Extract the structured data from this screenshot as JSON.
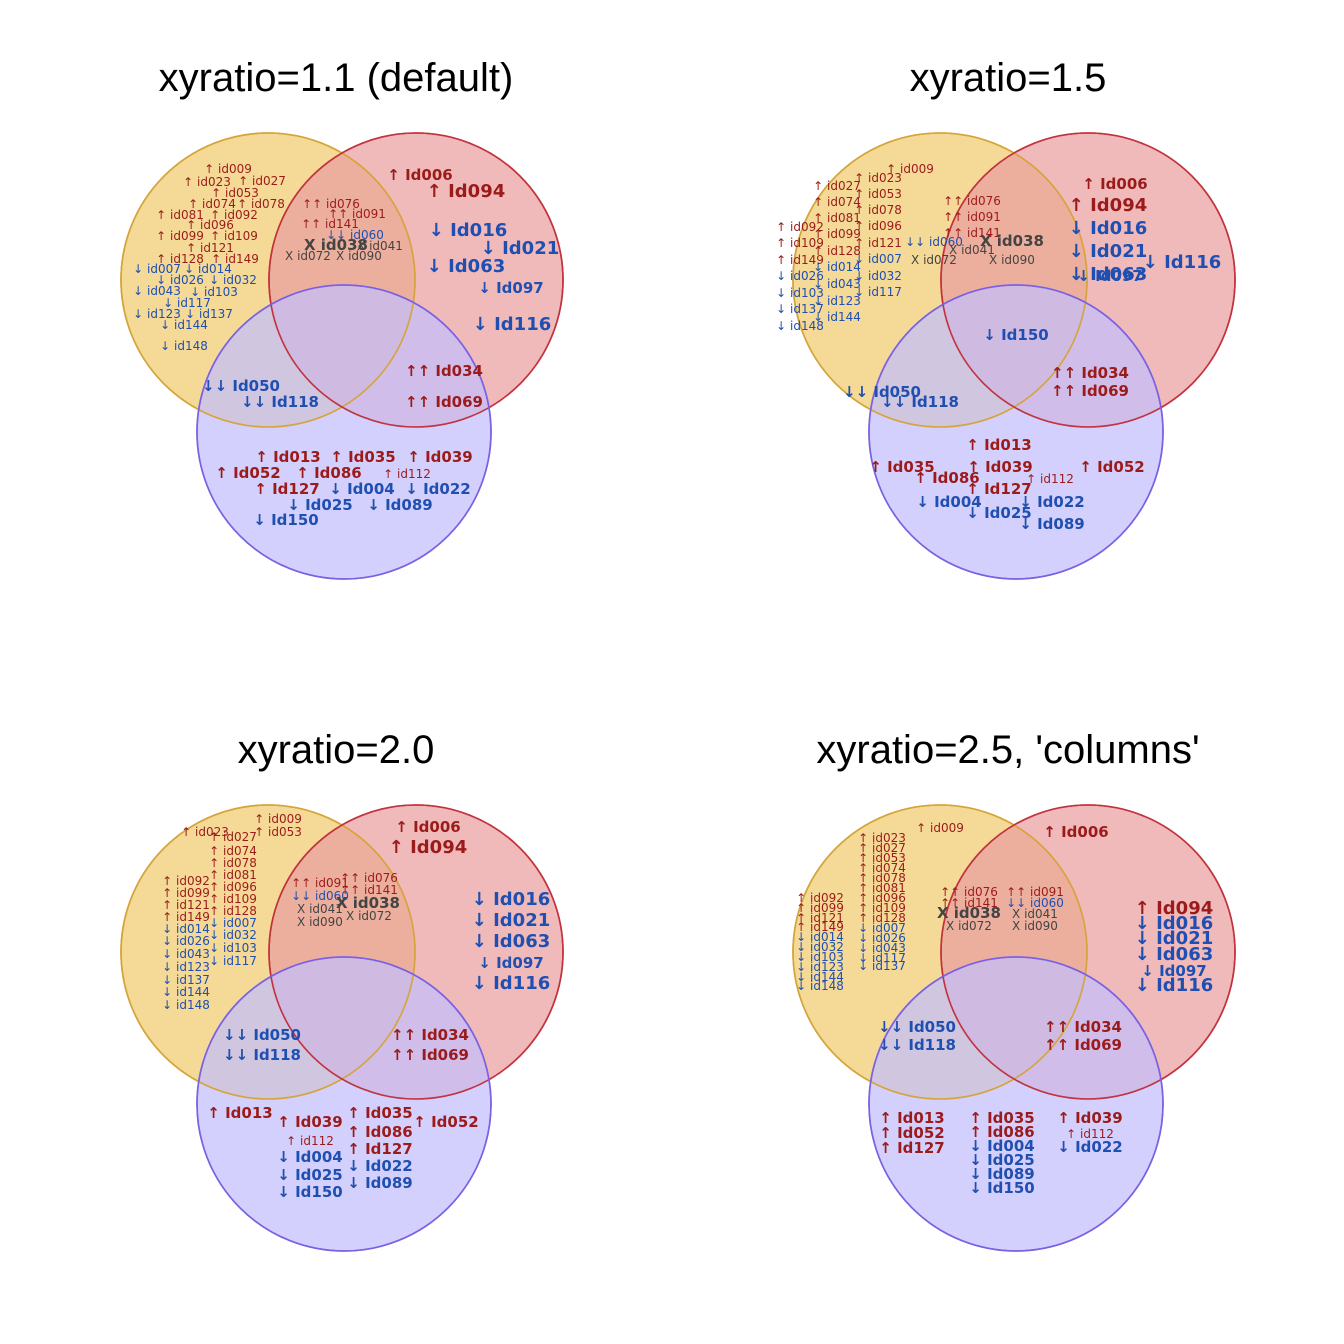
{
  "colors": {
    "set_a_fill": "#F5D996",
    "set_a_stroke": "#D4A53A",
    "set_b_fill": "#EA9EA0",
    "set_b_stroke": "#C1343F",
    "set_c_fill": "#C4BEFC",
    "set_c_stroke": "#7B62E3",
    "up": "#9B1B1B",
    "down": "#1F4FB0",
    "mixed": "#444444"
  },
  "panels": [
    {
      "title": "xyratio=1.1 (default)",
      "labels": [
        {
          "t": "↑ id009",
          "r": "a",
          "s": "s"
        },
        {
          "t": "↑ id023",
          "r": "a",
          "s": "s"
        },
        {
          "t": "↑ id027",
          "r": "a",
          "s": "s"
        },
        {
          "t": "↑ id053",
          "r": "a",
          "s": "s"
        },
        {
          "t": "↑ id074",
          "r": "a",
          "s": "s"
        },
        {
          "t": "↑ id078",
          "r": "a",
          "s": "s"
        },
        {
          "t": "↑ id081",
          "r": "a",
          "s": "s"
        },
        {
          "t": "↑ id092",
          "r": "a",
          "s": "s"
        },
        {
          "t": "↑ id096",
          "r": "a",
          "s": "s"
        },
        {
          "t": "↑ id099",
          "r": "a",
          "s": "s"
        },
        {
          "t": "↑ id109",
          "r": "a",
          "s": "s"
        },
        {
          "t": "↑ id121",
          "r": "a",
          "s": "s"
        },
        {
          "t": "↑ id128",
          "r": "a",
          "s": "s"
        },
        {
          "t": "↑ id149",
          "r": "a",
          "s": "s"
        },
        {
          "t": "↓ id007",
          "r": "a",
          "s": "s"
        },
        {
          "t": "↓ id014",
          "r": "a",
          "s": "s"
        },
        {
          "t": "↓ id026",
          "r": "a",
          "s": "s"
        },
        {
          "t": "↓ id032",
          "r": "a",
          "s": "s"
        },
        {
          "t": "↓ id043",
          "r": "a",
          "s": "s"
        },
        {
          "t": "↓ id103",
          "r": "a",
          "s": "s"
        },
        {
          "t": "↓ id117",
          "r": "a",
          "s": "s"
        },
        {
          "t": "↓ id123",
          "r": "a",
          "s": "s"
        },
        {
          "t": "↓ id137",
          "r": "a",
          "s": "s"
        },
        {
          "t": "↓ id144",
          "r": "a",
          "s": "s"
        },
        {
          "t": "↓ id148",
          "r": "a",
          "s": "s"
        },
        {
          "t": "↑↑ id076",
          "r": "ab",
          "s": "s"
        },
        {
          "t": "↑↑ id091",
          "r": "ab",
          "s": "s"
        },
        {
          "t": "↑↑ id141",
          "r": "ab",
          "s": "s"
        },
        {
          "t": "↓↓ id060",
          "r": "ab",
          "s": "s"
        },
        {
          "t": "X id038",
          "r": "ab",
          "s": "m"
        },
        {
          "t": "X id041",
          "r": "ab",
          "s": "s"
        },
        {
          "t": "X id072",
          "r": "ab",
          "s": "s"
        },
        {
          "t": "X id090",
          "r": "ab",
          "s": "s"
        },
        {
          "t": "↑ Id006",
          "r": "b",
          "s": "m"
        },
        {
          "t": "↑ Id094",
          "r": "b",
          "s": "l"
        },
        {
          "t": "↓ Id016",
          "r": "b",
          "s": "l"
        },
        {
          "t": "↓ Id021",
          "r": "b",
          "s": "l"
        },
        {
          "t": "↓ Id063",
          "r": "b",
          "s": "l"
        },
        {
          "t": "↓ Id097",
          "r": "b",
          "s": "m"
        },
        {
          "t": "↓ Id116",
          "r": "b",
          "s": "l"
        },
        {
          "t": "↓↓ Id050",
          "r": "ac",
          "s": "m"
        },
        {
          "t": "↓↓ Id118",
          "r": "ac",
          "s": "m"
        },
        {
          "t": "↑↑ Id034",
          "r": "bc",
          "s": "m"
        },
        {
          "t": "↑↑ Id069",
          "r": "bc",
          "s": "m"
        },
        {
          "t": "↑ Id013",
          "r": "c",
          "s": "m"
        },
        {
          "t": "↑ Id035",
          "r": "c",
          "s": "m"
        },
        {
          "t": "↑ Id039",
          "r": "c",
          "s": "m"
        },
        {
          "t": "↑ Id052",
          "r": "c",
          "s": "m"
        },
        {
          "t": "↑ Id086",
          "r": "c",
          "s": "m"
        },
        {
          "t": "↑ id112",
          "r": "c",
          "s": "s"
        },
        {
          "t": "↑ Id127",
          "r": "c",
          "s": "m"
        },
        {
          "t": "↓ Id004",
          "r": "c",
          "s": "m"
        },
        {
          "t": "↓ Id022",
          "r": "c",
          "s": "m"
        },
        {
          "t": "↓ Id025",
          "r": "c",
          "s": "m"
        },
        {
          "t": "↓ Id089",
          "r": "c",
          "s": "m"
        },
        {
          "t": "↓ Id150",
          "r": "c",
          "s": "m"
        }
      ]
    },
    {
      "title": "xyratio=1.5",
      "labels": [
        {
          "t": "↑ id009",
          "r": "a",
          "s": "s"
        },
        {
          "t": "↑ id023",
          "r": "a",
          "s": "s"
        },
        {
          "t": "↑ id027",
          "r": "a",
          "s": "s"
        },
        {
          "t": "↑ id053",
          "r": "a",
          "s": "s"
        },
        {
          "t": "↑ id074",
          "r": "a",
          "s": "s"
        },
        {
          "t": "↑ id078",
          "r": "a",
          "s": "s"
        },
        {
          "t": "↑ id081",
          "r": "a",
          "s": "s"
        },
        {
          "t": "↑ id092",
          "r": "a",
          "s": "s"
        },
        {
          "t": "↑ id096",
          "r": "a",
          "s": "s"
        },
        {
          "t": "↑ id099",
          "r": "a",
          "s": "s"
        },
        {
          "t": "↑ id109",
          "r": "a",
          "s": "s"
        },
        {
          "t": "↑ id121",
          "r": "a",
          "s": "s"
        },
        {
          "t": "↑ id128",
          "r": "a",
          "s": "s"
        },
        {
          "t": "↑ id149",
          "r": "a",
          "s": "s"
        },
        {
          "t": "↓ id007",
          "r": "a",
          "s": "s"
        },
        {
          "t": "↓ id014",
          "r": "a",
          "s": "s"
        },
        {
          "t": "↓ id026",
          "r": "a",
          "s": "s"
        },
        {
          "t": "↓ id032",
          "r": "a",
          "s": "s"
        },
        {
          "t": "↓ id043",
          "r": "a",
          "s": "s"
        },
        {
          "t": "↓ id103",
          "r": "a",
          "s": "s"
        },
        {
          "t": "↓ id117",
          "r": "a",
          "s": "s"
        },
        {
          "t": "↓ id123",
          "r": "a",
          "s": "s"
        },
        {
          "t": "↓ id137",
          "r": "a",
          "s": "s"
        },
        {
          "t": "↓ id144",
          "r": "a",
          "s": "s"
        },
        {
          "t": "↓ id148",
          "r": "a",
          "s": "s"
        },
        {
          "t": "↑↑ id076",
          "r": "ab",
          "s": "s"
        },
        {
          "t": "↑↑ id091",
          "r": "ab",
          "s": "s"
        },
        {
          "t": "↑↑ id141",
          "r": "ab",
          "s": "s"
        },
        {
          "t": "↓↓ id060",
          "r": "ab",
          "s": "s"
        },
        {
          "t": "X id038",
          "r": "ab",
          "s": "m"
        },
        {
          "t": "X id041",
          "r": "ab",
          "s": "s"
        },
        {
          "t": "X id072",
          "r": "ab",
          "s": "s"
        },
        {
          "t": "X id090",
          "r": "ab",
          "s": "s"
        },
        {
          "t": "↑ Id006",
          "r": "b",
          "s": "m"
        },
        {
          "t": "↑ Id094",
          "r": "b",
          "s": "l"
        },
        {
          "t": "↓ Id016",
          "r": "b",
          "s": "l"
        },
        {
          "t": "↓ Id021",
          "r": "b",
          "s": "l"
        },
        {
          "t": "↓ Id063",
          "r": "b",
          "s": "l"
        },
        {
          "t": "↓ Id097",
          "r": "b",
          "s": "m"
        },
        {
          "t": "↓ Id116",
          "r": "b",
          "s": "l"
        },
        {
          "t": "↓↓ Id050",
          "r": "ac",
          "s": "m"
        },
        {
          "t": "↓↓ Id118",
          "r": "ac",
          "s": "m"
        },
        {
          "t": "↑↑ Id034",
          "r": "bc",
          "s": "m"
        },
        {
          "t": "↑↑ Id069",
          "r": "bc",
          "s": "m"
        },
        {
          "t": "↑ Id013",
          "r": "c",
          "s": "m"
        },
        {
          "t": "↑ Id035",
          "r": "c",
          "s": "m"
        },
        {
          "t": "↑ Id039",
          "r": "c",
          "s": "m"
        },
        {
          "t": "↑ Id052",
          "r": "c",
          "s": "m"
        },
        {
          "t": "↑ Id086",
          "r": "c",
          "s": "m"
        },
        {
          "t": "↑ id112",
          "r": "c",
          "s": "s"
        },
        {
          "t": "↑ Id127",
          "r": "c",
          "s": "m"
        },
        {
          "t": "↓ Id004",
          "r": "c",
          "s": "m"
        },
        {
          "t": "↓ Id022",
          "r": "c",
          "s": "m"
        },
        {
          "t": "↓ Id025",
          "r": "c",
          "s": "m"
        },
        {
          "t": "↓ Id089",
          "r": "c",
          "s": "m"
        },
        {
          "t": "↓ Id150",
          "r": "c",
          "s": "m"
        }
      ]
    },
    {
      "title": "xyratio=2.0",
      "labels": [
        {
          "t": "↑ id009",
          "r": "a",
          "s": "s"
        },
        {
          "t": "↑ id023",
          "r": "a",
          "s": "s"
        },
        {
          "t": "↑ id027",
          "r": "a",
          "s": "s"
        },
        {
          "t": "↑ id053",
          "r": "a",
          "s": "s"
        },
        {
          "t": "↑ id074",
          "r": "a",
          "s": "s"
        },
        {
          "t": "↑ id078",
          "r": "a",
          "s": "s"
        },
        {
          "t": "↑ id081",
          "r": "a",
          "s": "s"
        },
        {
          "t": "↑ id092",
          "r": "a",
          "s": "s"
        },
        {
          "t": "↑ id096",
          "r": "a",
          "s": "s"
        },
        {
          "t": "↑ id099",
          "r": "a",
          "s": "s"
        },
        {
          "t": "↑ id109",
          "r": "a",
          "s": "s"
        },
        {
          "t": "↑ id121",
          "r": "a",
          "s": "s"
        },
        {
          "t": "↑ id128",
          "r": "a",
          "s": "s"
        },
        {
          "t": "↑ id149",
          "r": "a",
          "s": "s"
        },
        {
          "t": "↓ id007",
          "r": "a",
          "s": "s"
        },
        {
          "t": "↓ id014",
          "r": "a",
          "s": "s"
        },
        {
          "t": "↓ id026",
          "r": "a",
          "s": "s"
        },
        {
          "t": "↓ id032",
          "r": "a",
          "s": "s"
        },
        {
          "t": "↓ id043",
          "r": "a",
          "s": "s"
        },
        {
          "t": "↓ id103",
          "r": "a",
          "s": "s"
        },
        {
          "t": "↓ id117",
          "r": "a",
          "s": "s"
        },
        {
          "t": "↓ id123",
          "r": "a",
          "s": "s"
        },
        {
          "t": "↓ id137",
          "r": "a",
          "s": "s"
        },
        {
          "t": "↓ id144",
          "r": "a",
          "s": "s"
        },
        {
          "t": "↓ id148",
          "r": "a",
          "s": "s"
        },
        {
          "t": "↑↑ id076",
          "r": "ab",
          "s": "s"
        },
        {
          "t": "↑↑ id091",
          "r": "ab",
          "s": "s"
        },
        {
          "t": "↑↑ id141",
          "r": "ab",
          "s": "s"
        },
        {
          "t": "↓↓ id060",
          "r": "ab",
          "s": "s"
        },
        {
          "t": "X id038",
          "r": "ab",
          "s": "m"
        },
        {
          "t": "X id041",
          "r": "ab",
          "s": "s"
        },
        {
          "t": "X id072",
          "r": "ab",
          "s": "s"
        },
        {
          "t": "X id090",
          "r": "ab",
          "s": "s"
        },
        {
          "t": "↑ Id006",
          "r": "b",
          "s": "m"
        },
        {
          "t": "↑ Id094",
          "r": "b",
          "s": "l"
        },
        {
          "t": "↓ Id016",
          "r": "b",
          "s": "l"
        },
        {
          "t": "↓ Id021",
          "r": "b",
          "s": "l"
        },
        {
          "t": "↓ Id063",
          "r": "b",
          "s": "l"
        },
        {
          "t": "↓ Id097",
          "r": "b",
          "s": "m"
        },
        {
          "t": "↓ Id116",
          "r": "b",
          "s": "l"
        },
        {
          "t": "↓↓ Id050",
          "r": "ac",
          "s": "m"
        },
        {
          "t": "↓↓ Id118",
          "r": "ac",
          "s": "m"
        },
        {
          "t": "↑↑ Id034",
          "r": "bc",
          "s": "m"
        },
        {
          "t": "↑↑ Id069",
          "r": "bc",
          "s": "m"
        },
        {
          "t": "↑ Id013",
          "r": "c",
          "s": "m"
        },
        {
          "t": "↑ Id035",
          "r": "c",
          "s": "m"
        },
        {
          "t": "↑ Id039",
          "r": "c",
          "s": "m"
        },
        {
          "t": "↑ Id052",
          "r": "c",
          "s": "m"
        },
        {
          "t": "↑ Id086",
          "r": "c",
          "s": "m"
        },
        {
          "t": "↑ id112",
          "r": "c",
          "s": "s"
        },
        {
          "t": "↑ Id127",
          "r": "c",
          "s": "m"
        },
        {
          "t": "↓ Id004",
          "r": "c",
          "s": "m"
        },
        {
          "t": "↓ Id022",
          "r": "c",
          "s": "m"
        },
        {
          "t": "↓ Id025",
          "r": "c",
          "s": "m"
        },
        {
          "t": "↓ Id089",
          "r": "c",
          "s": "m"
        },
        {
          "t": "↓ Id150",
          "r": "c",
          "s": "m"
        }
      ]
    },
    {
      "title": "xyratio=2.5, 'columns'",
      "labels": [
        {
          "t": "↑ id009",
          "r": "a",
          "s": "s"
        },
        {
          "t": "↑ id023",
          "r": "a",
          "s": "s"
        },
        {
          "t": "↑ id027",
          "r": "a",
          "s": "s"
        },
        {
          "t": "↑ id053",
          "r": "a",
          "s": "s"
        },
        {
          "t": "↑ id074",
          "r": "a",
          "s": "s"
        },
        {
          "t": "↑ id078",
          "r": "a",
          "s": "s"
        },
        {
          "t": "↑ id081",
          "r": "a",
          "s": "s"
        },
        {
          "t": "↑ id092",
          "r": "a",
          "s": "s"
        },
        {
          "t": "↑ id096",
          "r": "a",
          "s": "s"
        },
        {
          "t": "↑ id099",
          "r": "a",
          "s": "s"
        },
        {
          "t": "↑ id109",
          "r": "a",
          "s": "s"
        },
        {
          "t": "↑ id121",
          "r": "a",
          "s": "s"
        },
        {
          "t": "↑ id128",
          "r": "a",
          "s": "s"
        },
        {
          "t": "↑ id149",
          "r": "a",
          "s": "s"
        },
        {
          "t": "↓ id007",
          "r": "a",
          "s": "s"
        },
        {
          "t": "↓ id014",
          "r": "a",
          "s": "s"
        },
        {
          "t": "↓ id026",
          "r": "a",
          "s": "s"
        },
        {
          "t": "↓ id032",
          "r": "a",
          "s": "s"
        },
        {
          "t": "↓ id043",
          "r": "a",
          "s": "s"
        },
        {
          "t": "↓ id103",
          "r": "a",
          "s": "s"
        },
        {
          "t": "↓ id117",
          "r": "a",
          "s": "s"
        },
        {
          "t": "↓ id123",
          "r": "a",
          "s": "s"
        },
        {
          "t": "↓ id137",
          "r": "a",
          "s": "s"
        },
        {
          "t": "↓ id144",
          "r": "a",
          "s": "s"
        },
        {
          "t": "↓ id148",
          "r": "a",
          "s": "s"
        },
        {
          "t": "↑↑ id076",
          "r": "ab",
          "s": "s"
        },
        {
          "t": "↑↑ id141",
          "r": "ab",
          "s": "s"
        },
        {
          "t": "X id038",
          "r": "ab",
          "s": "m"
        },
        {
          "t": "X id072",
          "r": "ab",
          "s": "s"
        },
        {
          "t": "↑↑ id091",
          "r": "ab",
          "s": "s"
        },
        {
          "t": "↓↓ id060",
          "r": "ab",
          "s": "s"
        },
        {
          "t": "X id041",
          "r": "ab",
          "s": "s"
        },
        {
          "t": "X id090",
          "r": "ab",
          "s": "s"
        },
        {
          "t": "↑ Id006",
          "r": "b",
          "s": "m"
        },
        {
          "t": "↑ Id094",
          "r": "b",
          "s": "l"
        },
        {
          "t": "↓ Id016",
          "r": "b",
          "s": "l"
        },
        {
          "t": "↓ Id021",
          "r": "b",
          "s": "l"
        },
        {
          "t": "↓ Id063",
          "r": "b",
          "s": "l"
        },
        {
          "t": "↓ Id097",
          "r": "b",
          "s": "m"
        },
        {
          "t": "↓ Id116",
          "r": "b",
          "s": "l"
        },
        {
          "t": "↓↓ Id050",
          "r": "ac",
          "s": "m"
        },
        {
          "t": "↓↓ Id118",
          "r": "ac",
          "s": "m"
        },
        {
          "t": "↑↑ Id034",
          "r": "bc",
          "s": "m"
        },
        {
          "t": "↑↑ Id069",
          "r": "bc",
          "s": "m"
        },
        {
          "t": "↑ Id013",
          "r": "c",
          "s": "m"
        },
        {
          "t": "↑ Id052",
          "r": "c",
          "s": "m"
        },
        {
          "t": "↑ Id127",
          "r": "c",
          "s": "m"
        },
        {
          "t": "↑ Id035",
          "r": "c",
          "s": "m"
        },
        {
          "t": "↑ Id086",
          "r": "c",
          "s": "m"
        },
        {
          "t": "↓ Id004",
          "r": "c",
          "s": "m"
        },
        {
          "t": "↓ Id025",
          "r": "c",
          "s": "m"
        },
        {
          "t": "↓ Id089",
          "r": "c",
          "s": "m"
        },
        {
          "t": "↓ Id150",
          "r": "c",
          "s": "m"
        },
        {
          "t": "↑ Id039",
          "r": "c",
          "s": "m"
        },
        {
          "t": "↑ id112",
          "r": "c",
          "s": "s"
        },
        {
          "t": "↓ Id022",
          "r": "c",
          "s": "m"
        }
      ]
    }
  ]
}
